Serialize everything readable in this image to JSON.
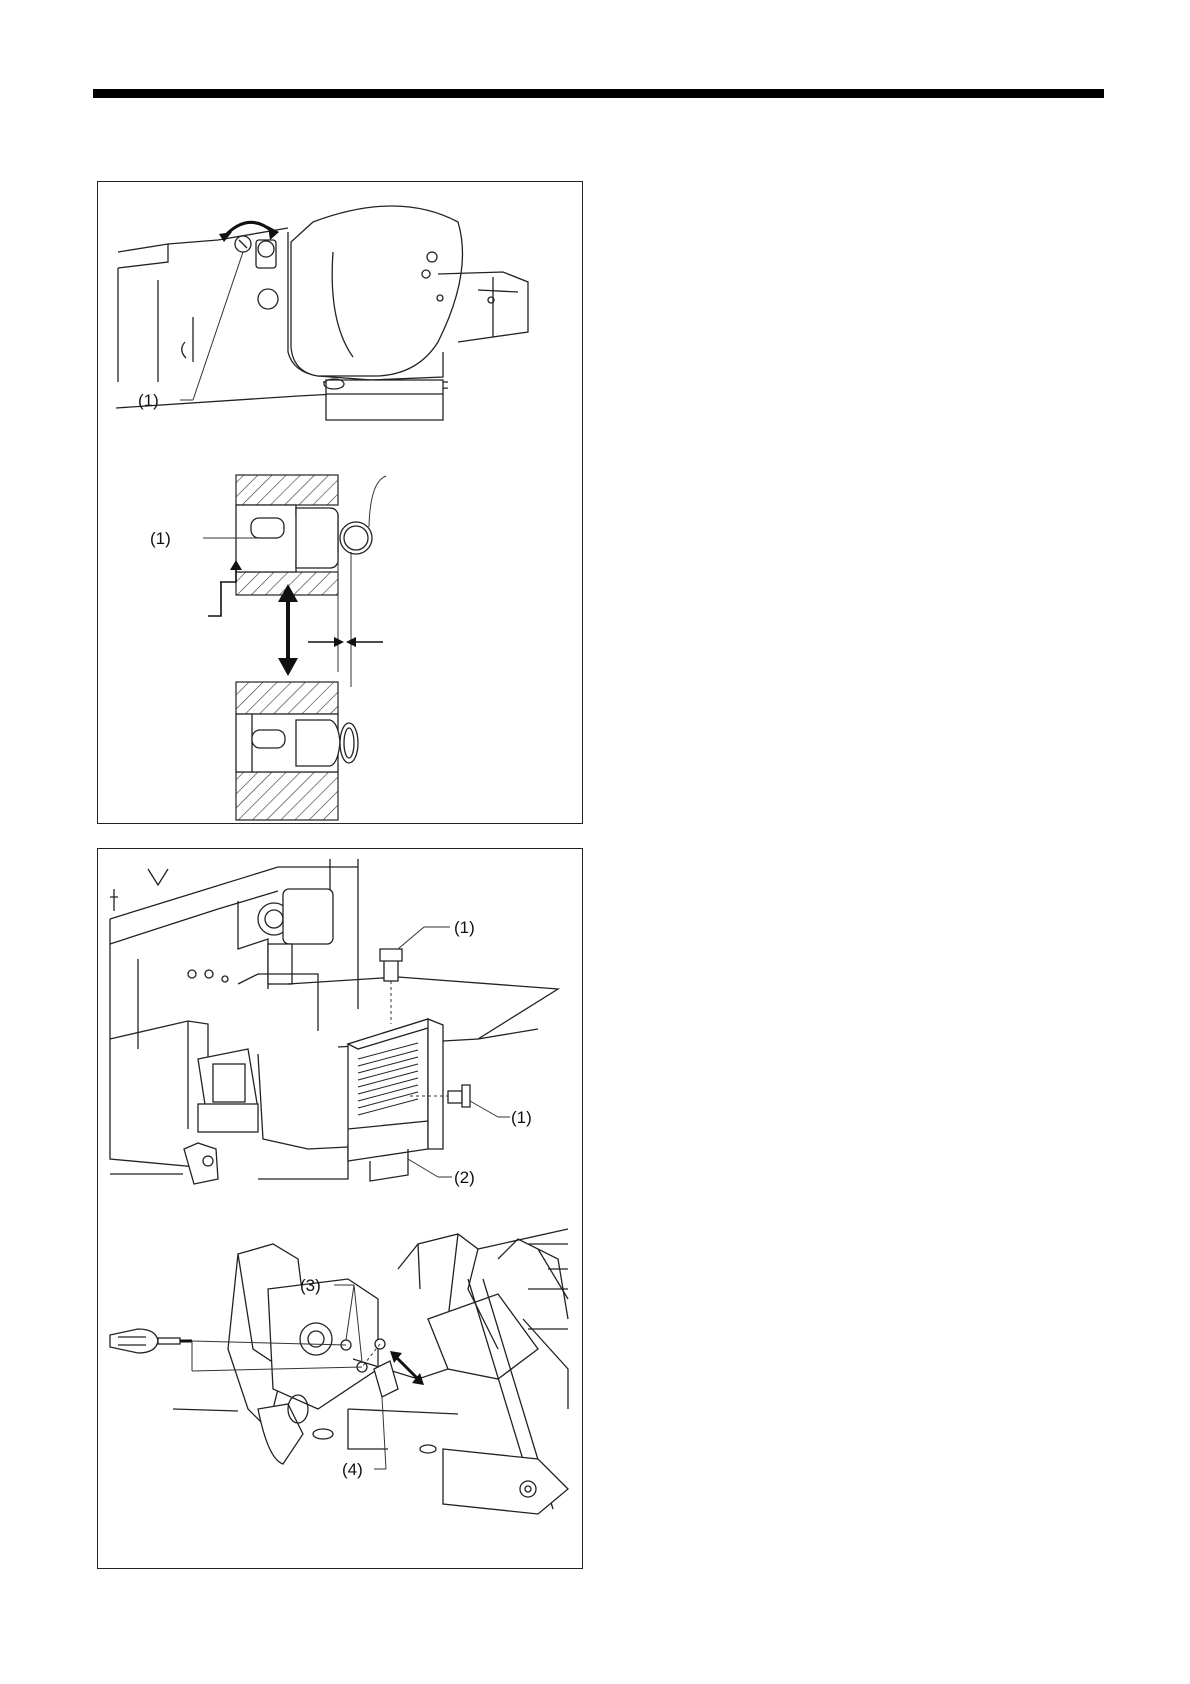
{
  "figure1": {
    "callout_top": "(1)",
    "callout_section": "(1)"
  },
  "figure2": {
    "callout_bolt_top": "(1)",
    "callout_bolt_right": "(1)",
    "callout_cover": "(2)",
    "callout_screws": "(3)",
    "callout_part": "(4)"
  },
  "icons": [
    "rotate-arrow-icon",
    "double-arrow-icon",
    "screwdriver-icon"
  ]
}
